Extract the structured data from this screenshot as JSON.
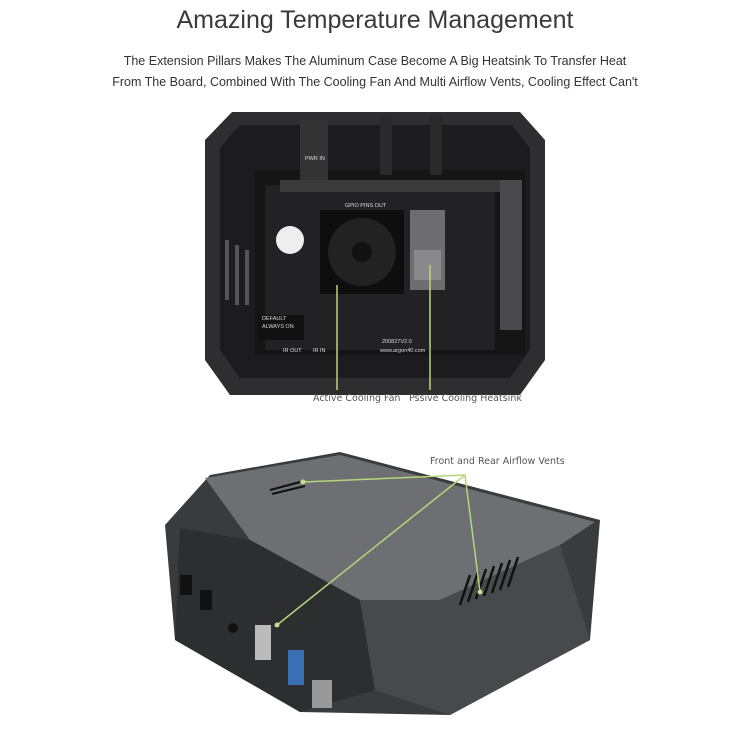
{
  "header": {
    "title": "Amazing Temperature Management",
    "subtitle_line1": "The Extension Pillars Makes The Aluminum Case Become A Big Heatsink To Transfer Heat",
    "subtitle_line2": "From The Board, Combined With The Cooling Fan And Multi Airflow Vents, Cooling Effect Can't"
  },
  "top_photo": {
    "callouts": [
      "Active Cooling Fan",
      "Pssive Cooling Heatsink"
    ],
    "board_text": {
      "pwr": "PWR IN",
      "gpio": "GPIO PINS OUT",
      "version": "200827V2.0",
      "url": "www.argon40.com",
      "ir_out": "IR OUT",
      "ir_in": "IR IN",
      "default": "DEFAULT",
      "always_on": "ALWAYS ON"
    }
  },
  "bottom_photo": {
    "callout": "Front and Rear Airflow Vents"
  },
  "colors": {
    "callout_line": "#b5d67a",
    "case": "#3b3b3d",
    "case_lid": "#6a6b6e"
  }
}
